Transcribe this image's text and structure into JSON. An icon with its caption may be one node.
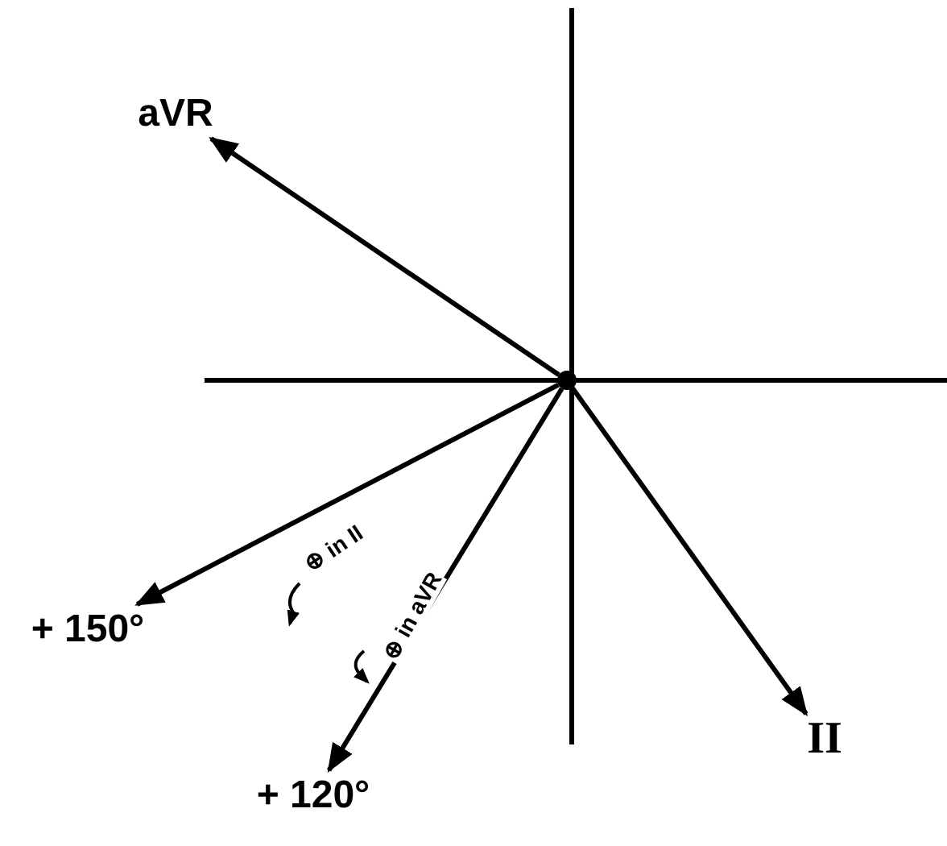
{
  "diagram": {
    "nodes": [
      {
        "text": [],
        "shape": "circle"
      },
      {
        "text": [
          "aVR"
        ]
      },
      {
        "text": [
          "+ 150°"
        ]
      },
      {
        "text": [
          "+ 120°"
        ]
      },
      {
        "text": [
          "II"
        ]
      }
    ],
    "edges": [
      {
        "from": 0,
        "to": 1,
        "arrow": "to"
      },
      {
        "from": 0,
        "to": 2,
        "arrow": "to",
        "label": "⊕ in II"
      },
      {
        "from": 0,
        "to": 3,
        "arrow": "to",
        "label": "⊕ in aVR"
      },
      {
        "from": 0,
        "to": 4,
        "arrow": "to"
      }
    ]
  }
}
